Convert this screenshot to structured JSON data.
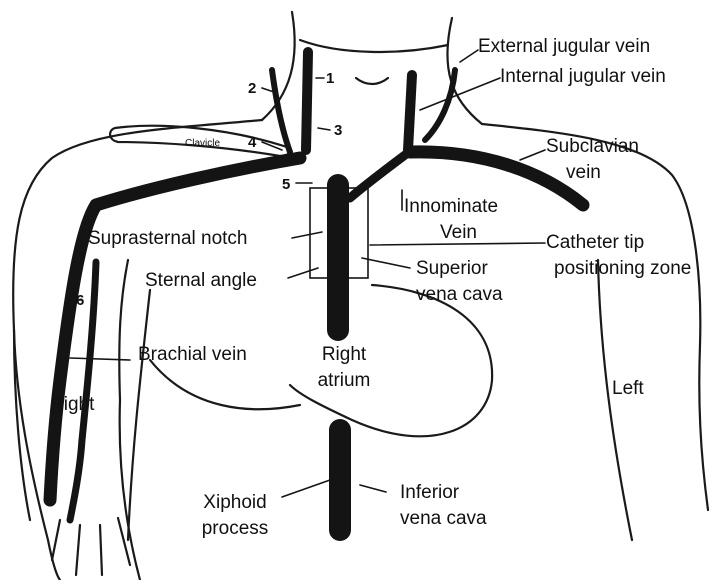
{
  "figure": {
    "labels": {
      "external_jugular_vein": "External jugular vein",
      "internal_jugular_vein": "Internal jugular vein",
      "subclavian_vein_1": "Subclavian",
      "subclavian_vein_2": "vein",
      "innominate_vein_1": "Innominate",
      "innominate_vein_2": "Vein",
      "catheter_tip_zone_1": "Catheter tip",
      "catheter_tip_zone_2": "positioning zone",
      "suprasternal_notch": "Suprasternal notch",
      "sternal_angle": "Sternal angle",
      "superior_vena_cava_1": "Superior",
      "superior_vena_cava_2": "vena cava",
      "brachial_vein": "Brachial vein",
      "right_atrium_1": "Right",
      "right_atrium_2": "atrium",
      "right_side": "Right",
      "left_side": "Left",
      "xiphoid_process_1": "Xiphoid",
      "xiphoid_process_2": "process",
      "inferior_vena_cava_1": "Inferior",
      "inferior_vena_cava_2": "vena cava",
      "clavicle": "Clavicle"
    },
    "site_numbers": [
      "1",
      "2",
      "3",
      "4",
      "5",
      "6"
    ]
  }
}
